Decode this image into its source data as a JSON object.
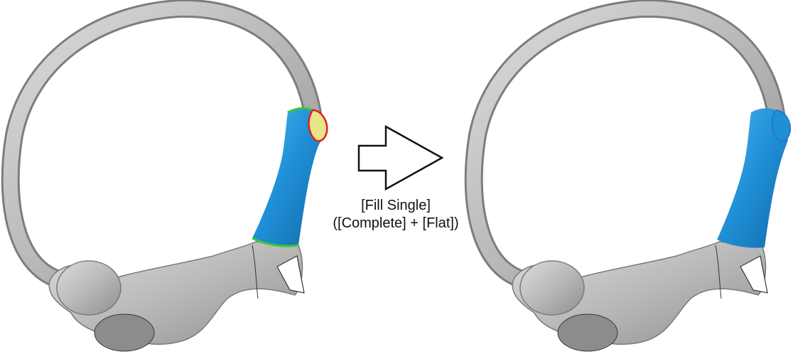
{
  "operation": {
    "label_line1": "[Fill Single]",
    "label_line2": "([Complete] + [Flat])",
    "arrow_icon": "right-arrow-outline-icon"
  },
  "colors": {
    "background": "#ffffff",
    "bone_fill": "#bdbdbd",
    "bone_edge": "#8a8a8a",
    "selected_region": "#1f8fd6",
    "hole_fill": "#e9e58a",
    "boundary_green": "#33cc33",
    "boundary_red": "#e02020",
    "boundary_blue": "#2a6fc0",
    "outline_dark": "#222222"
  },
  "panels": [
    {
      "state": "before",
      "hole": "open"
    },
    {
      "state": "after",
      "hole": "filled"
    }
  ]
}
